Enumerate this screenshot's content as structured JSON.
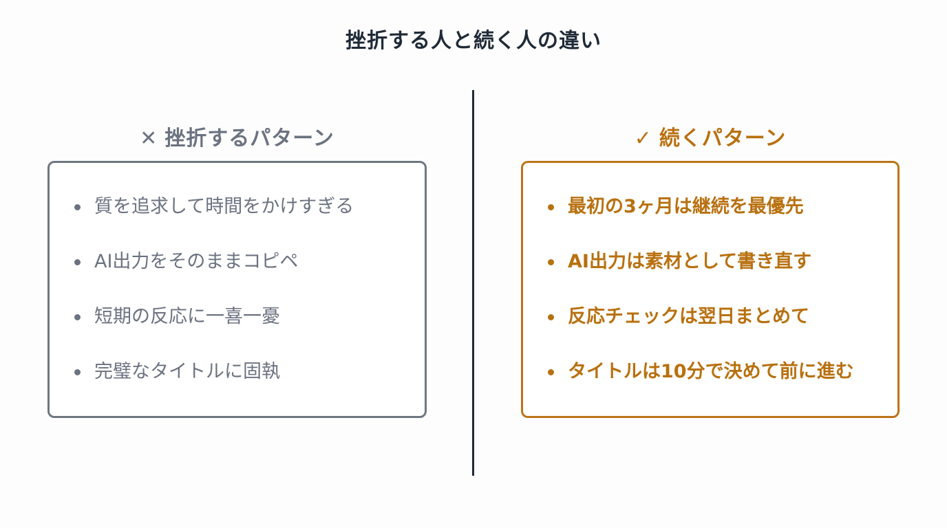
{
  "title": "挫折する人と続く人の違い",
  "colors": {
    "title": "#1f2a37",
    "divider": "#1f2a37",
    "fail_accent": "#6b7280",
    "success_accent": "#b8700f"
  },
  "fail_pattern": {
    "icon": "cross-icon",
    "mark": "✕",
    "heading": "挫折するパターン",
    "items": [
      "質を追求して時間をかけすぎる",
      "AI出力をそのままコピペ",
      "短期の反応に一喜一憂",
      "完璧なタイトルに固執"
    ]
  },
  "success_pattern": {
    "icon": "check-icon",
    "mark": "✓",
    "heading": "続くパターン",
    "items": [
      "最初の3ヶ月は継続を最優先",
      "AI出力は素材として書き直す",
      "反応チェックは翌日まとめて",
      "タイトルは10分で決めて前に進む"
    ]
  }
}
